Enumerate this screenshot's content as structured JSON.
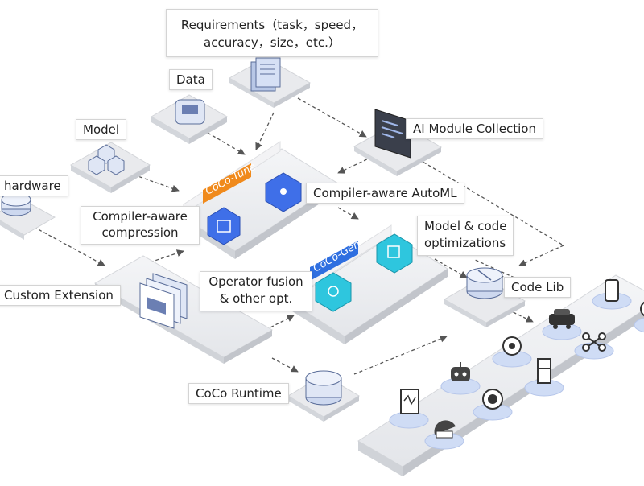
{
  "labels": {
    "requirements_line1": "Requirements（task，speed，",
    "requirements_line2": "accuracy，size，etc.）",
    "data": "Data",
    "model": "Model",
    "hardware": "hardware",
    "ai_module_collection": "AI Module Collection",
    "compiler_aware_automl": "Compiler-aware AutoML",
    "compiler_aware_compression_line1": "Compiler-aware",
    "compiler_aware_compression_line2": "compression",
    "model_code_opt_line1": "Model & code",
    "model_code_opt_line2": "optimizations",
    "custom_extension": "Custom Extension",
    "operator_fusion_line1": "Operator fusion",
    "operator_fusion_line2": "& other opt.",
    "code_lib": "Code Lib",
    "coco_runtime": "CoCo Runtime"
  },
  "tags": {
    "coco_tune": "CoCo-Tune",
    "coco_gen": "CoCo-Gen"
  },
  "device_icons": [
    "phone-icon",
    "car-icon",
    "camera-icon",
    "drone-icon",
    "robot-icon",
    "fridge-icon",
    "robot-vacuum-icon",
    "monitor-icon",
    "satellite-dish-icon",
    "security-camera-icon"
  ],
  "colors": {
    "tune_orange": "#f08a1c",
    "gen_blue": "#2f6fe0",
    "hex_blue": "#3f6fe8",
    "hex_cyan": "#2ec6de",
    "device_circle": "#cfdcf5",
    "platform": "#eeeff2"
  }
}
